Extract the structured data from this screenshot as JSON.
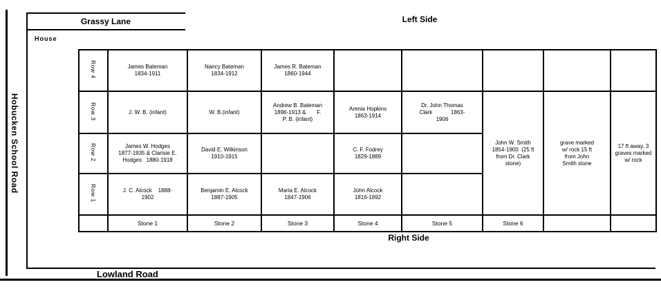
{
  "colors": {
    "line": "#000000",
    "background": "#ffffff"
  },
  "page": {
    "left_road": "Hobucken School Road",
    "top_road": "Grassy Lane",
    "bottom_road": "Lowland Road",
    "house": "House",
    "left_side": "Left Side",
    "right_side": "Right Side"
  },
  "table": {
    "row4": {
      "label": "Row 4",
      "c1": "James Bateman\n1834-1911",
      "c2": "Nancy Bateman\n1834-1912",
      "c3": "James R. Bateman\n1860-1944",
      "c4": "",
      "c5": "",
      "c6": "",
      "c7": "",
      "c8": ""
    },
    "row3": {
      "label": "Row 3",
      "c1": "J. W. B. (infant)",
      "c2": "W. B.(infant)",
      "c3": "Andrew B. Bateman\n1896-1913 &       F.\nP. B. (infant)",
      "c4": "Arenia Hopkins\n1863-1914",
      "c5": "Dr. John Thomas\nClark            1863-\n1906"
    },
    "row2": {
      "label": "Row 2",
      "c1": "James W. Hodges\n1877-1935 & Clarisie E.\nHodges   1880-1918",
      "c2": "David E. Wilkinson\n1910-1915",
      "c3": "",
      "c4": "C. F. Fodrey\n1829-1889",
      "c5": ""
    },
    "row1": {
      "label": "Row 1",
      "c1": "J. C. Alcock    1888-\n1902",
      "c2": "Benjamin E. Alcock\n1887-1905",
      "c3": "Maria E. Alcock\n1847-1906",
      "c4": "John Alcock\n1816-1892",
      "c5": ""
    },
    "merged": {
      "john_w_smith": "John W. Smith\n1854-1900  (25 ft\nfrom Dr. Clark\nstone)",
      "rock_note_15ft": "grave marked\nw/ rock 15 ft\nfrom John\nSmith stone",
      "rock_note_17ft": "17 ft away, 3\ngraves marked\nw/ rock"
    },
    "stones": {
      "header": "",
      "s1": "Stone 1",
      "s2": "Stone 2",
      "s3": "Stone 3",
      "s4": "Stone 4",
      "s5": "Stone 5",
      "s6": "Stone 6",
      "e7": "",
      "e8": ""
    }
  }
}
